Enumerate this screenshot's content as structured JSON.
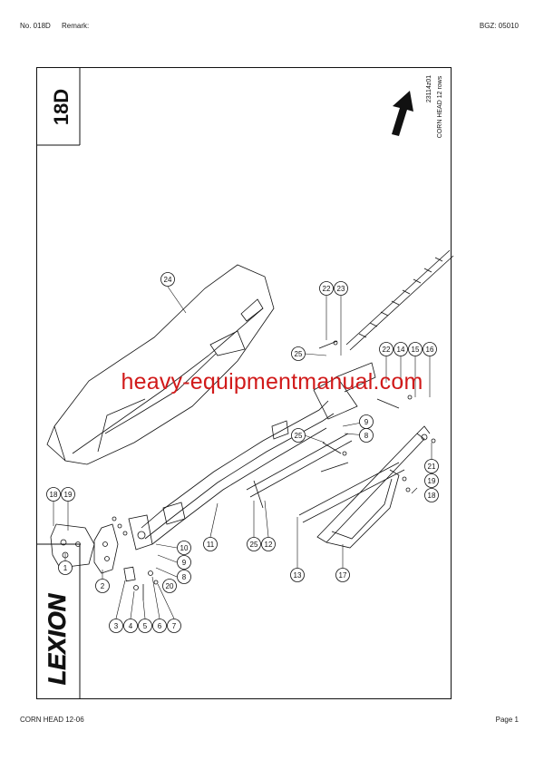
{
  "header": {
    "number": "No. 018D",
    "remark": "Remark:",
    "bgz": "BGZ: 05010"
  },
  "footer": {
    "title": "CORN HEAD 12-06",
    "page": "Page 1"
  },
  "plate": {
    "code": "18D",
    "drawing_number": "23114z01",
    "caption": "CORN HEAD 12 rows",
    "brand": "LEXION"
  },
  "callouts": [
    "1",
    "2",
    "3",
    "4",
    "5",
    "6",
    "7",
    "8",
    "9",
    "10",
    "11",
    "12",
    "13",
    "14",
    "15",
    "16",
    "17",
    "18",
    "19",
    "20",
    "21",
    "22",
    "23",
    "24",
    "25"
  ],
  "watermark": "heavy-equipmentmanual.com"
}
